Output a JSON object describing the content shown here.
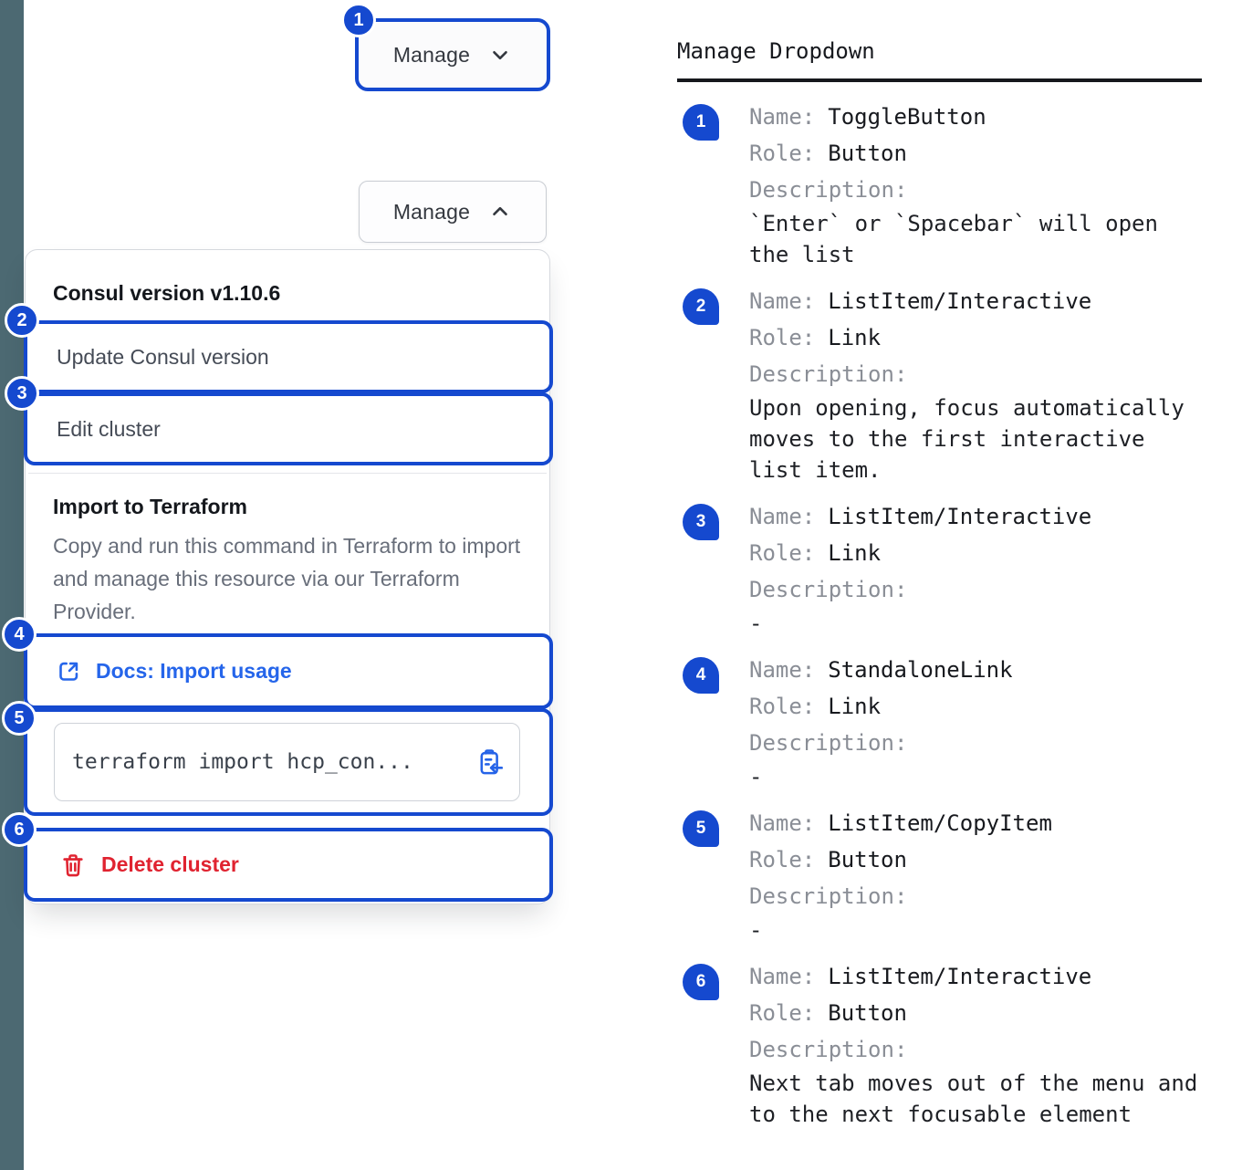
{
  "markers": [
    "1",
    "2",
    "3",
    "4",
    "5",
    "6"
  ],
  "demo": {
    "toggle_collapsed": {
      "label": "Manage"
    },
    "toggle_expanded": {
      "label": "Manage"
    },
    "dropdown": {
      "version_header": "Consul version v1.10.6",
      "update_item": "Update Consul version",
      "edit_item": "Edit cluster",
      "import_title": "Import to Terraform",
      "import_description": "Copy and run this command in Terraform to import and manage this resource via our Terraform Provider.",
      "docs_link": "Docs: Import usage",
      "code_snippet": "terraform import hcp_con...",
      "delete_item": "Delete cluster"
    }
  },
  "colors": {
    "annotation_blue": "#1549cf",
    "link_blue": "#2565ea",
    "critical_red": "#e02330",
    "sidebar_strip": "#4c6972"
  },
  "legend": {
    "title": "Manage Dropdown",
    "labels": {
      "name": "Name:",
      "role": "Role:",
      "description": "Description:"
    },
    "entries": [
      {
        "num": "1",
        "name": "ToggleButton",
        "role": "Button",
        "description": "`Enter` or `Spacebar` will open the list"
      },
      {
        "num": "2",
        "name": "ListItem/Interactive",
        "role": "Link",
        "description": "Upon opening, focus automatically moves to the first interactive list item."
      },
      {
        "num": "3",
        "name": "ListItem/Interactive",
        "role": "Link",
        "description": "-"
      },
      {
        "num": "4",
        "name": "StandaloneLink",
        "role": "Link",
        "description": "-"
      },
      {
        "num": "5",
        "name": "ListItem/CopyItem",
        "role": "Button",
        "description": "-"
      },
      {
        "num": "6",
        "name": "ListItem/Interactive",
        "role": "Button",
        "description": "Next tab moves out of the menu and to the next focusable element"
      }
    ]
  }
}
